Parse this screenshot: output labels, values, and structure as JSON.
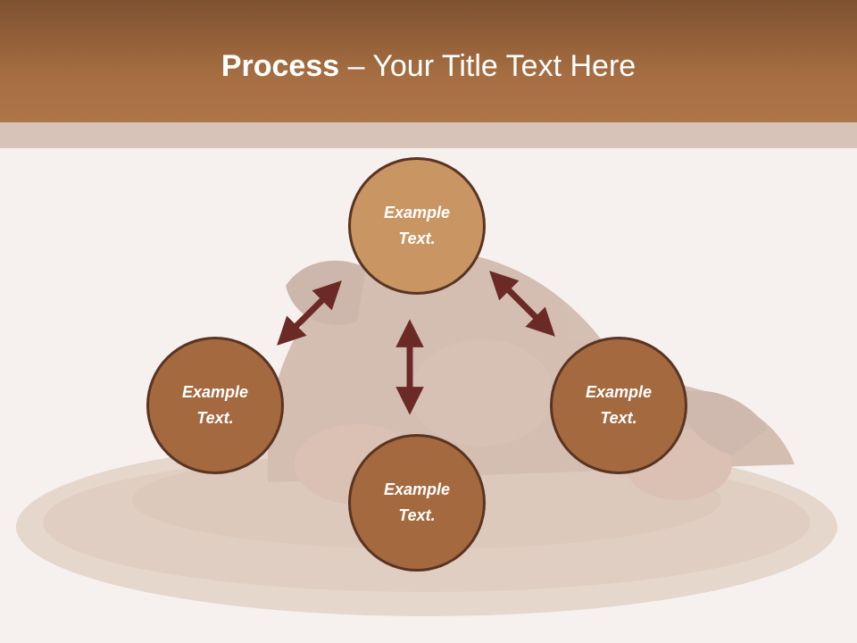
{
  "slide": {
    "title_strong": "Process",
    "title_rest": " – Your Title Text Here"
  },
  "nodes": {
    "top": "Example Text.",
    "left": "Example Text.",
    "right": "Example Text.",
    "bottom": "Example Text."
  },
  "colors": {
    "header": "#a56d41",
    "band": "#d8c3b8",
    "circle_top": "#c99563",
    "circle_side": "#a4693f",
    "arrow": "#6b2a26"
  }
}
